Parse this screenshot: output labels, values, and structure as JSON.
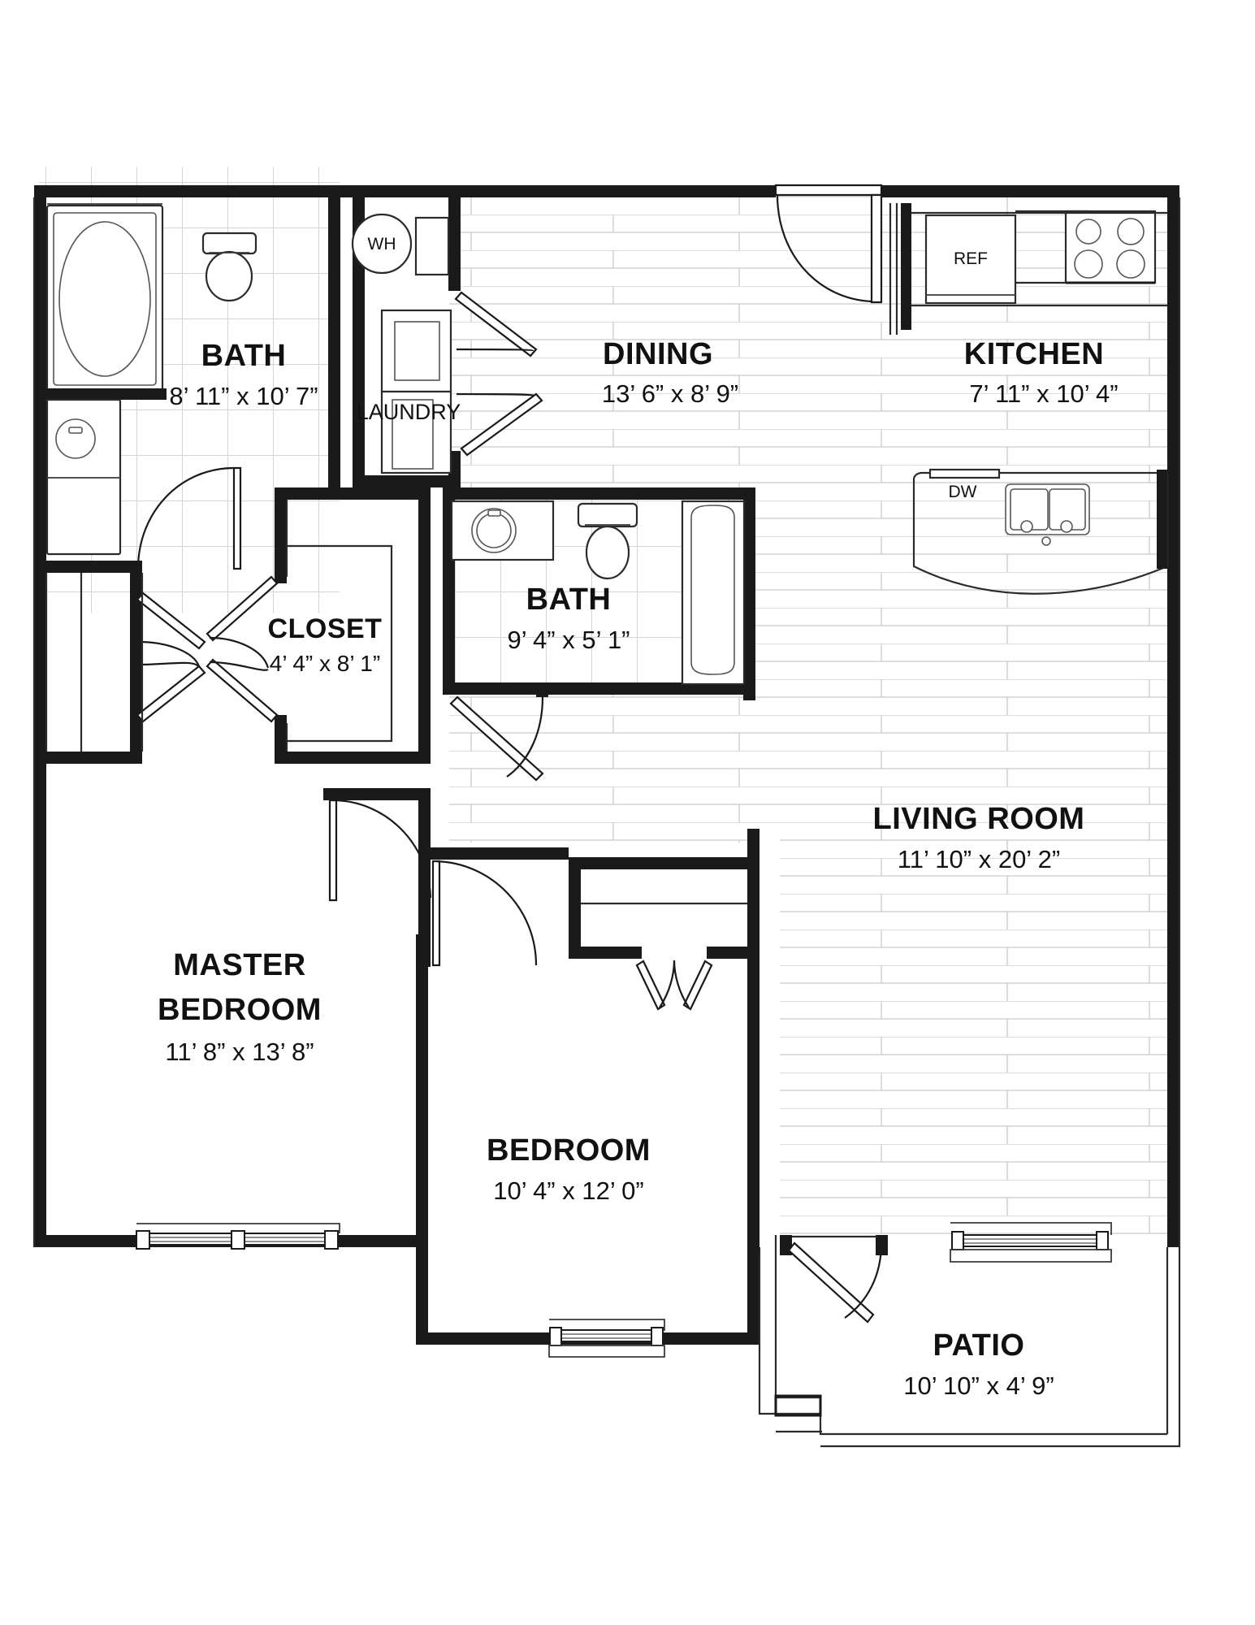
{
  "plan": {
    "title": "Apartment Floor Plan",
    "unit_system": "feet-inches"
  },
  "rooms": [
    {
      "id": "bath_master",
      "name": "BATH",
      "dimensions": "8’ 11” x 10’ 7”",
      "floor": "tile"
    },
    {
      "id": "laundry",
      "name": "LAUNDRY",
      "dimensions": "",
      "floor": "none"
    },
    {
      "id": "dining",
      "name": "DINING",
      "dimensions": "13’ 6” x 8’ 9”",
      "floor": "wood-plank"
    },
    {
      "id": "kitchen",
      "name": "KITCHEN",
      "dimensions": "7’ 11” x 10’ 4”",
      "floor": "wood-plank"
    },
    {
      "id": "closet",
      "name": "CLOSET",
      "dimensions": "4’ 4” x 8’ 1”",
      "floor": "none"
    },
    {
      "id": "bath_hall",
      "name": "BATH",
      "dimensions": "9’ 4” x 5’ 1”",
      "floor": "tile"
    },
    {
      "id": "living_room",
      "name": "LIVING ROOM",
      "dimensions": "11’ 10” x 20’ 2”",
      "floor": "wood-plank"
    },
    {
      "id": "master_bedroom",
      "name": "MASTER BEDROOM",
      "name_line1": "MASTER",
      "name_line2": "BEDROOM",
      "dimensions": "11’ 8” x 13’ 8”",
      "floor": "none"
    },
    {
      "id": "bedroom",
      "name": "BEDROOM",
      "dimensions": "10’ 4” x 12’ 0”",
      "floor": "none"
    },
    {
      "id": "patio",
      "name": "PATIO",
      "dimensions": "10’ 10” x 4’ 9”",
      "floor": "none"
    }
  ],
  "appliances": [
    {
      "id": "water_heater",
      "label": "WH",
      "name": "water-heater",
      "shape": "circle"
    },
    {
      "id": "refrigerator",
      "label": "REF",
      "name": "refrigerator",
      "shape": "rect"
    },
    {
      "id": "dishwasher",
      "label": "DW",
      "name": "dishwasher",
      "shape": "rect"
    },
    {
      "id": "range",
      "label": "",
      "name": "range-cooktop",
      "shape": "rect-4-burner"
    },
    {
      "id": "sink_kitchen",
      "label": "",
      "name": "kitchen-double-sink",
      "shape": "double-basin"
    },
    {
      "id": "washer_dryer",
      "label": "",
      "name": "washer-dryer-stack",
      "shape": "rect"
    }
  ],
  "fixtures": [
    {
      "id": "master_tub",
      "name": "master-bathtub"
    },
    {
      "id": "master_toilet",
      "name": "master-toilet"
    },
    {
      "id": "master_vanity",
      "name": "master-vanity-sink"
    },
    {
      "id": "hall_tub",
      "name": "hall-bathtub"
    },
    {
      "id": "hall_toilet",
      "name": "hall-toilet"
    },
    {
      "id": "hall_vanity",
      "name": "hall-vanity-sink"
    }
  ],
  "colors": {
    "wall": "#1a1a1a",
    "fixture_stroke": "#2b2b2b",
    "tile_grid": "#c9c9c9",
    "plank_line": "#d2d2d2",
    "text": "#111111",
    "background": "#ffffff"
  },
  "labels": {
    "bath_master_name": "BATH",
    "bath_master_dims": "8’ 11” x 10’ 7”",
    "laundry_name": "LAUNDRY",
    "wh_label": "WH",
    "dining_name": "DINING",
    "dining_dims": "13’ 6” x 8’ 9”",
    "kitchen_name": "KITCHEN",
    "kitchen_dims": "7’ 11” x 10’ 4”",
    "ref_label": "REF",
    "dw_label": "DW",
    "closet_name": "CLOSET",
    "closet_dims": "4’ 4” x 8’ 1”",
    "bath_hall_name": "BATH",
    "bath_hall_dims": "9’ 4” x 5’ 1”",
    "living_name": "LIVING ROOM",
    "living_dims": "11’ 10” x 20’ 2”",
    "master_name_1": "MASTER",
    "master_name_2": "BEDROOM",
    "master_dims": "11’ 8” x 13’ 8”",
    "bedroom_name": "BEDROOM",
    "bedroom_dims": "10’ 4” x 12’ 0”",
    "patio_name": "PATIO",
    "patio_dims": "10’ 10” x 4’ 9”"
  }
}
